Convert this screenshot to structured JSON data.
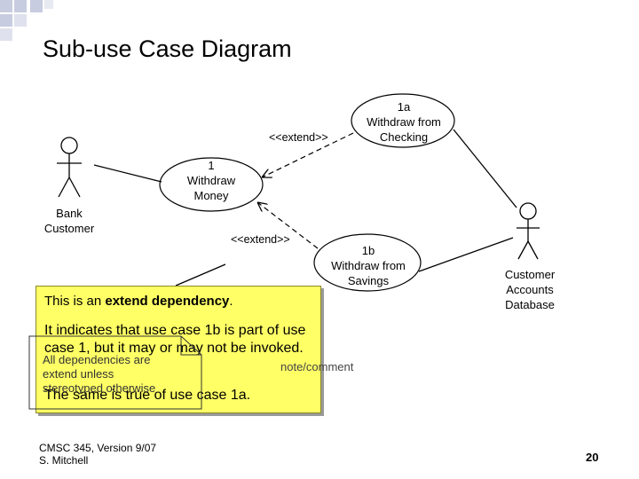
{
  "slide": {
    "title": "Sub-use Case Diagram",
    "page_number": "20",
    "footer": {
      "line1": "CMSC 345, Version 9/07",
      "line2": "S. Mitchell"
    }
  },
  "actors": {
    "bank_customer": {
      "line1": "Bank",
      "line2": "Customer"
    },
    "database": {
      "line1": "Customer",
      "line2": "Accounts",
      "line3": "Database"
    }
  },
  "use_cases": {
    "uc1": {
      "line1": "1",
      "line2": "Withdraw",
      "line3": "Money"
    },
    "uc1a": {
      "line1": "1a",
      "line2": "Withdraw from",
      "line3": "Checking"
    },
    "uc1b": {
      "line1": "1b",
      "line2": "Withdraw from",
      "line3": "Savings"
    }
  },
  "stereotypes": {
    "extend_top": "<<extend>>",
    "extend_bottom": "<<extend>>"
  },
  "callout": {
    "line1_pre": "This is an ",
    "line1_bold": "extend dependency",
    "line1_post": ".",
    "line2": "It indicates that use case 1b is part of use case 1, but it may or may not be invoked.",
    "line3": "The same is true of use case 1a."
  },
  "note": {
    "text": "All dependencies are extend unless stereotyped otherwise",
    "label": "note/comment"
  },
  "colors": {
    "callout_bg": "#ffff66",
    "accent_square": "#c8cce0"
  }
}
